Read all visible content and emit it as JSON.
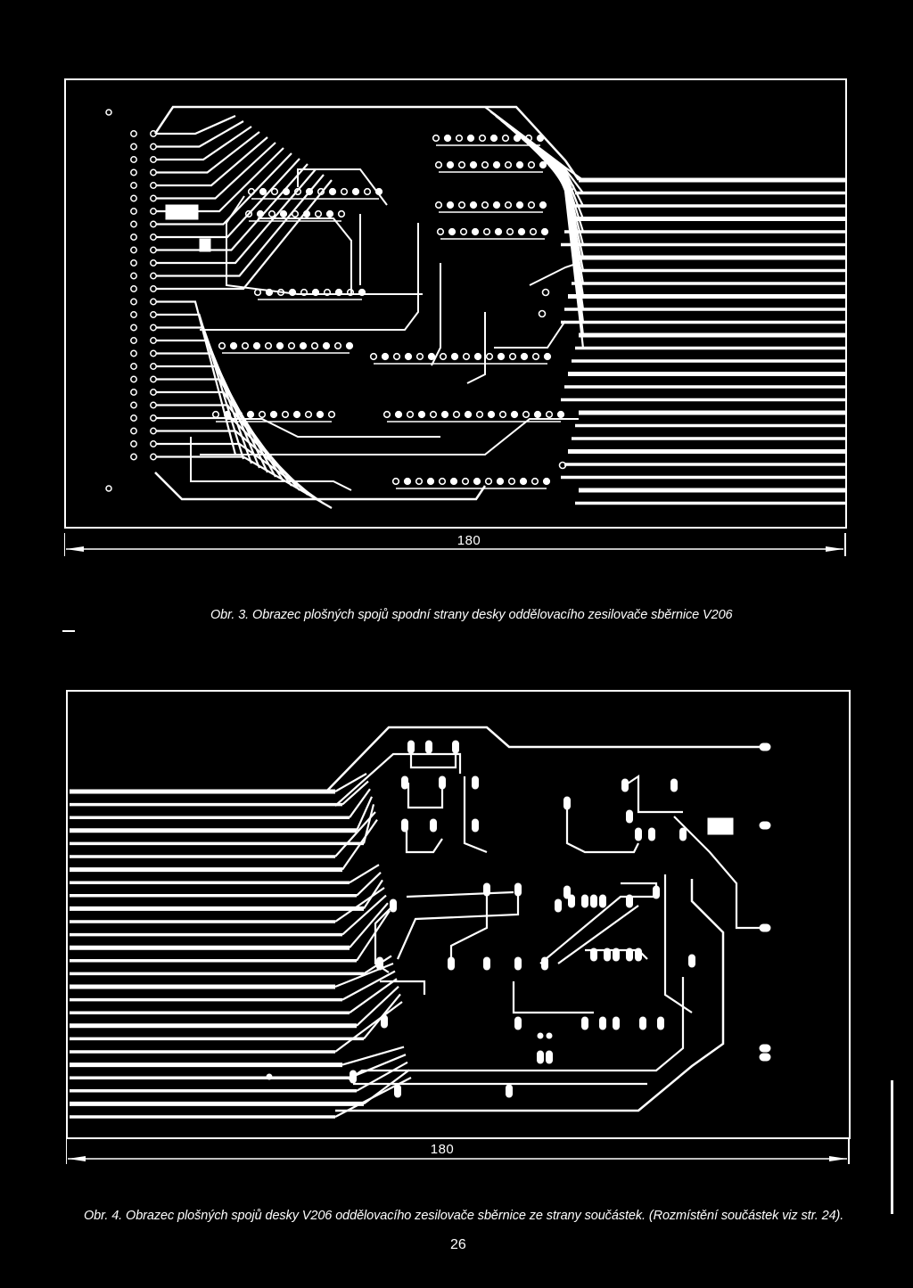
{
  "figures": [
    {
      "id": "obr3",
      "dimension_label": "180",
      "caption": "Obr. 3. Obrazec plošných spojů spodní strany desky oddělovacího zesilovače sběrnice V206"
    },
    {
      "id": "obr4",
      "dimension_label": "180",
      "caption": "Obr. 4. Obrazec plošných spojů desky V206 oddělovacího zesilovače sběrnice ze strany součástek. (Rozmístění součástek viz str. 24)."
    }
  ],
  "page_number": "26",
  "colors": {
    "background": "#000000",
    "traces": "#ffffff"
  }
}
